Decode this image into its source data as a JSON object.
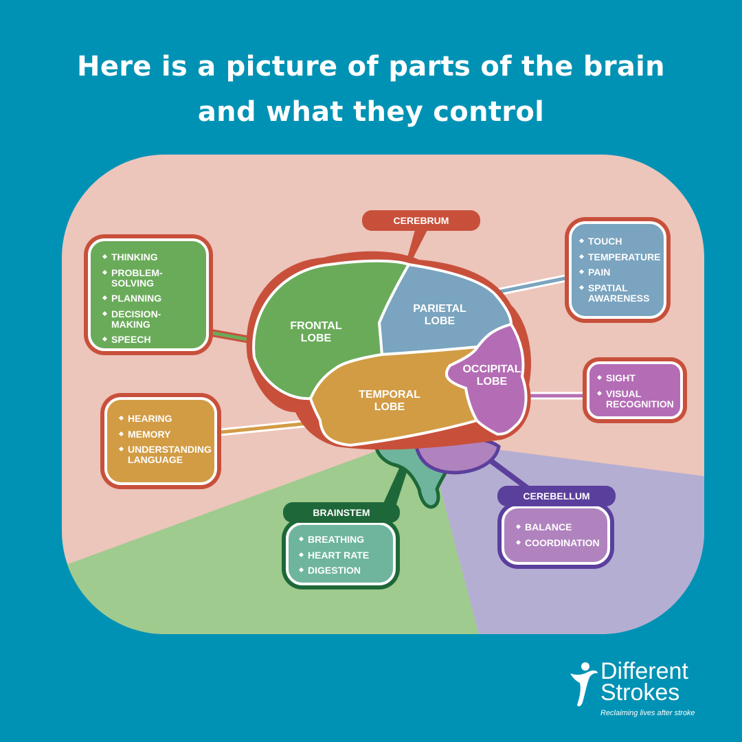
{
  "title": {
    "line1": "Here is a picture of parts of the brain",
    "line2": "and what they control"
  },
  "colors": {
    "background": "#0092b4",
    "panel_pink": "#ecc5bb",
    "panel_green": "#9fcb8e",
    "panel_lilac": "#b4aed3",
    "cerebrum": "#c8503b",
    "frontal": "#6aab5a",
    "parietal": "#7aa4bf",
    "temporal": "#d29c45",
    "occipital": "#b46db5",
    "cerebellum": "#b083be",
    "cerebellum_dark": "#5b3f9c",
    "brainstem": "#6fb59e",
    "brainstem_dark": "#1e6738"
  },
  "cerebrum_label": "CEREBRUM",
  "lobes": {
    "frontal": {
      "line1": "FRONTAL",
      "line2": "LOBE"
    },
    "parietal": {
      "line1": "PARIETAL",
      "line2": "LOBE"
    },
    "temporal": {
      "line1": "TEMPORAL",
      "line2": "LOBE"
    },
    "occipital": {
      "line1": "OCCIPITAL",
      "line2": "LOBE"
    }
  },
  "frontal_box": {
    "items": [
      "THINKING",
      "PROBLEM-SOLVING",
      "PLANNING",
      "DECISION-MAKING",
      "SPEECH"
    ]
  },
  "temporal_box": {
    "items": [
      "HEARING",
      "MEMORY",
      "UNDERSTANDING LANGUAGE"
    ]
  },
  "parietal_box": {
    "items": [
      "TOUCH",
      "TEMPERATURE",
      "PAIN",
      "SPATIAL AWARENESS"
    ]
  },
  "occipital_box": {
    "items": [
      "SIGHT",
      "VISUAL RECOGNITION"
    ]
  },
  "brainstem_box": {
    "label": "BRAINSTEM",
    "items": [
      "BREATHING",
      "HEART RATE",
      "DIGESTION"
    ]
  },
  "cerebellum_box": {
    "label": "CEREBELLUM",
    "items": [
      "BALANCE",
      "COORDINATION"
    ]
  },
  "logo": {
    "line1": "Different",
    "line2": "Strokes",
    "tagline": "Reclaiming lives after stroke",
    "icon": "running-figure-icon"
  }
}
